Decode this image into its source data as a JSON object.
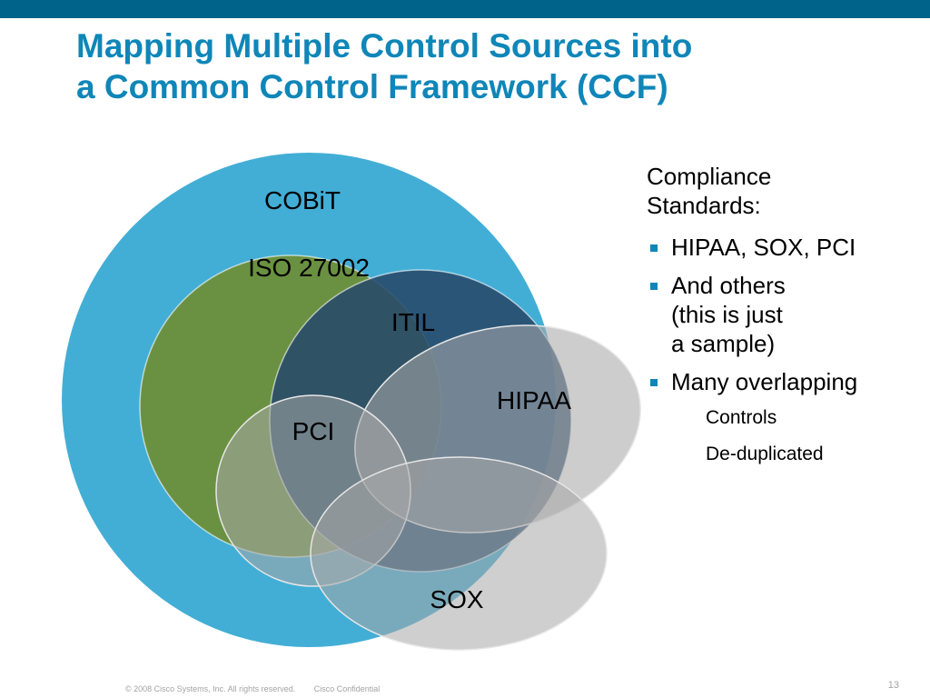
{
  "title": {
    "line1": "Mapping Multiple Control Sources into",
    "line2": "a Common Control Framework (CCF)"
  },
  "diagram": {
    "labels": {
      "cobit": "COBiT",
      "iso": "ISO 27002",
      "itil": "ITIL",
      "hipaa": "HIPAA",
      "pci": "PCI",
      "sox": "SOX"
    },
    "colors": {
      "cobit": "#42aed6",
      "iso": "#6a9142",
      "itil": "#2a4e68",
      "overlays": "#8c8c8c"
    }
  },
  "side_panel": {
    "heading_line1": "Compliance",
    "heading_line2": "Standards:",
    "bullets": [
      {
        "lines": [
          "HIPAA, SOX, PCI"
        ]
      },
      {
        "lines": [
          "And others",
          "(this is just",
          "a sample)"
        ]
      },
      {
        "lines": [
          "Many overlapping"
        ],
        "sub_items": [
          "Controls",
          "De-duplicated"
        ]
      }
    ],
    "bullet_color": "#0f86b8"
  },
  "footer": {
    "copyright": "© 2008 Cisco Systems, Inc. All rights reserved.",
    "confidential": "Cisco Confidential",
    "page_number": "13"
  },
  "colors": {
    "top_bar": "#006389",
    "title": "#0f86b8"
  }
}
